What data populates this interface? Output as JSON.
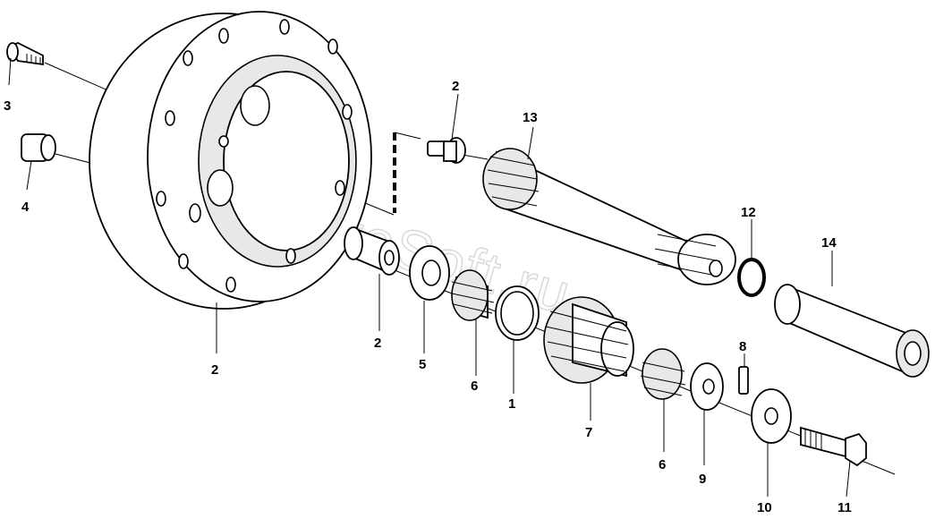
{
  "watermark": "AutoSoft.ru",
  "labels": {
    "p3": "3",
    "p4": "4",
    "p2_housing": "2",
    "p2_pin": "2",
    "p2_bush": "2",
    "p13": "13",
    "p12": "12",
    "p14": "14",
    "p5": "5",
    "p6_left": "6",
    "p1": "1",
    "p7": "7",
    "p6_right": "6",
    "p8": "8",
    "p9": "9",
    "p10": "10",
    "p11": "11"
  }
}
